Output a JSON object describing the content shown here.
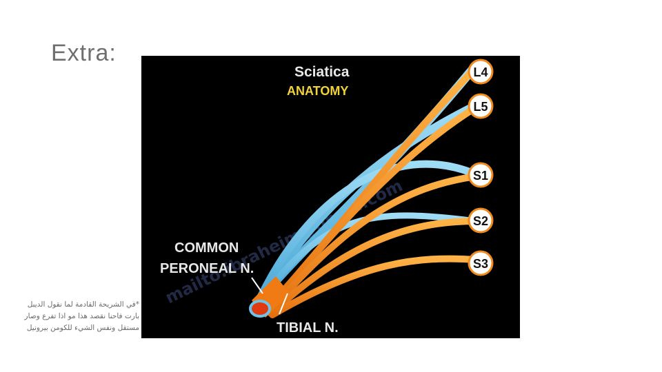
{
  "slide": {
    "title": "Extra:"
  },
  "figure": {
    "title_line1": "Sciatica",
    "title_line2": "ANATOMY",
    "roots": [
      "L4",
      "L5",
      "S1",
      "S2",
      "S3"
    ],
    "label_common_line1": "COMMON",
    "label_common_line2": "PERONEAL N.",
    "label_tibial": "TIBIAL N.",
    "watermark": "mailto:ibraheim@gmail.com",
    "colors": {
      "background": "#000000",
      "peroneal": "#6ec3e8",
      "tibial": "#f08a1c",
      "title_white": "#e8e8e8",
      "title_yellow": "#f2d33a"
    }
  },
  "note": {
    "text": "*في الشريحة القادمة لما نقول الديبل بارت فاحنا نقصد هذا مو اذا تفرع وصار مستقل ونفس الشيء للكومن بيرونيل"
  }
}
